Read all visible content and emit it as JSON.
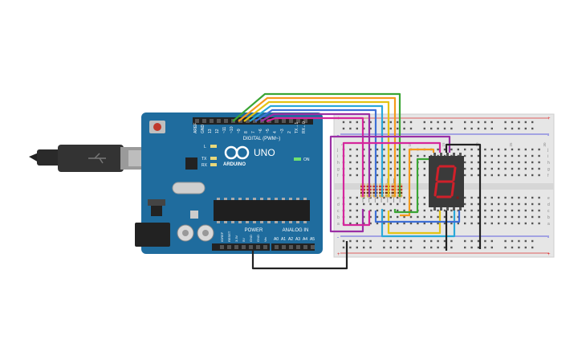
{
  "arduino": {
    "logo_text": "ARDUINO",
    "model": "UNO",
    "digital_header_label": "DIGITAL (PWM~)",
    "power_header_label": "POWER",
    "analog_header_label": "ANALOG IN",
    "on_label": "ON",
    "l_label": "L",
    "tx_label": "TX",
    "rx_label": "RX",
    "digital_pins": [
      "AREF",
      "GND",
      "13",
      "12",
      "~11",
      "~10",
      "~9",
      "8",
      "7",
      "~6",
      "~5",
      "4",
      "~3",
      "2",
      "TX→1",
      "RX←0"
    ],
    "power_pins": [
      "IOREF",
      "RESET",
      "3.3V",
      "5V",
      "GND",
      "GND",
      "Vin"
    ],
    "analog_pins": [
      "A0",
      "A1",
      "A2",
      "A3",
      "A4",
      "A5"
    ],
    "board_color": "#1f6c9e"
  },
  "breadboard": {
    "columns_top": [
      "1",
      "",
      "",
      "",
      "",
      "5",
      "",
      "",
      "",
      "",
      "10",
      "",
      "",
      "",
      "",
      "15",
      "",
      "",
      "",
      "",
      "20",
      "",
      "",
      "",
      "",
      "25",
      "",
      "",
      "",
      "",
      "30"
    ],
    "rows_top": [
      "j",
      "i",
      "h",
      "g",
      "f"
    ],
    "rows_bottom": [
      "e",
      "d",
      "c",
      "b",
      "a"
    ]
  },
  "display": {
    "digit": "8",
    "segment_color": "#d0202a"
  },
  "wires": {
    "colors": {
      "green": "#3aa534",
      "orange": "#f59a1c",
      "yellow": "#e3c414",
      "cyan": "#2aa8d9",
      "blue": "#3e6fd6",
      "purple": "#9b2fa5",
      "pink": "#d5269c",
      "black": "#222222"
    }
  }
}
